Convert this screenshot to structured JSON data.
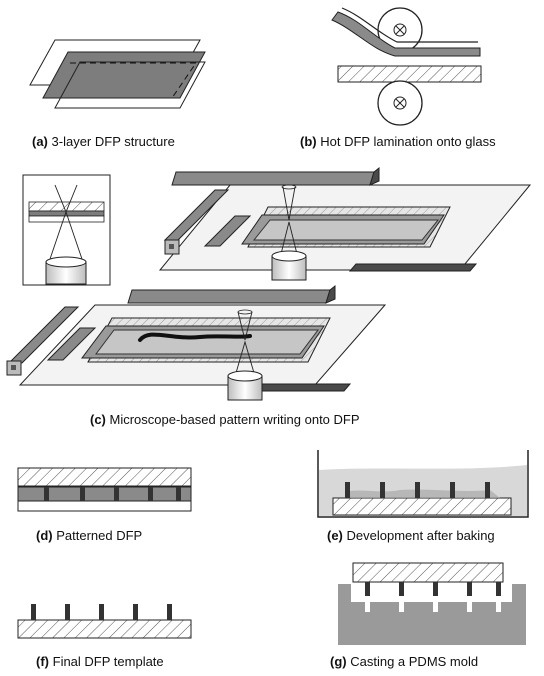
{
  "panels": {
    "a": {
      "letter": "(a)",
      "caption": "3-layer DFP structure"
    },
    "b": {
      "letter": "(b)",
      "caption": "Hot DFP lamination onto glass"
    },
    "c": {
      "letter": "(c)",
      "caption": "Microscope-based pattern writing onto DFP"
    },
    "d": {
      "letter": "(d)",
      "caption": "Patterned DFP"
    },
    "e": {
      "letter": "(e)",
      "caption": "Development after baking"
    },
    "f": {
      "letter": "(f)",
      "caption": "Final DFP template"
    },
    "g": {
      "letter": "(g)",
      "caption": "Casting a PDMS mold"
    }
  },
  "colors": {
    "film": "#7d7d7d",
    "film_light": "#b9b9b9",
    "rail": "#8a8a8a",
    "rail_dark": "#4a4a4a",
    "line": "#222222",
    "pdms": "#9a9a9a",
    "dev_bath": "#d8d8d8"
  }
}
